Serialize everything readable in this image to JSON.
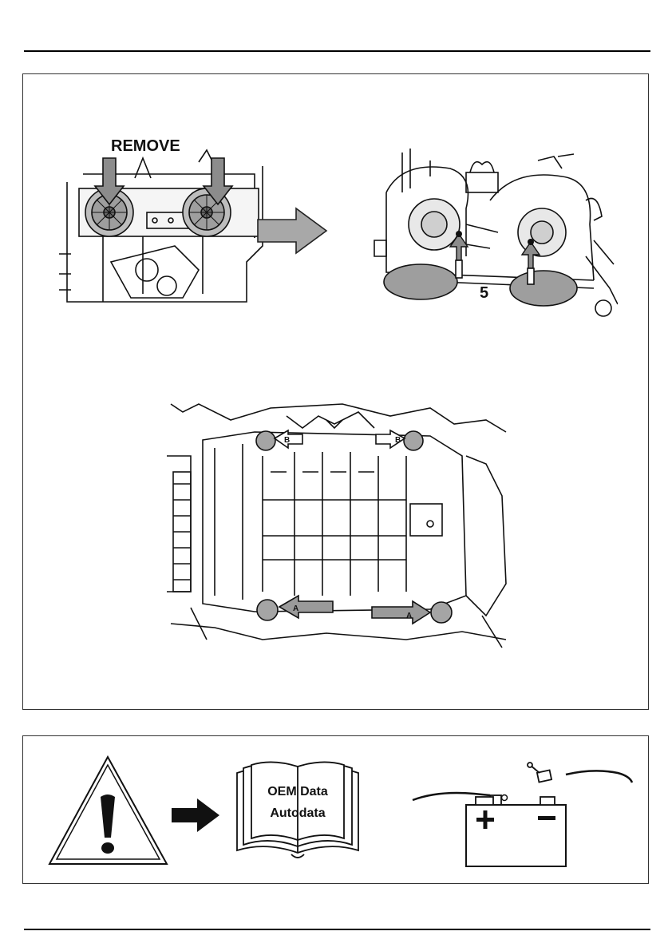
{
  "figure1": {
    "remove_label": "REMOVE",
    "callout_number": "5",
    "arrow_label_a": "A",
    "arrow_label_b": "B"
  },
  "notice": {
    "book_line1": "OEM Data",
    "book_line2": "Autodata",
    "battery_plus": "+",
    "battery_minus": "−"
  }
}
